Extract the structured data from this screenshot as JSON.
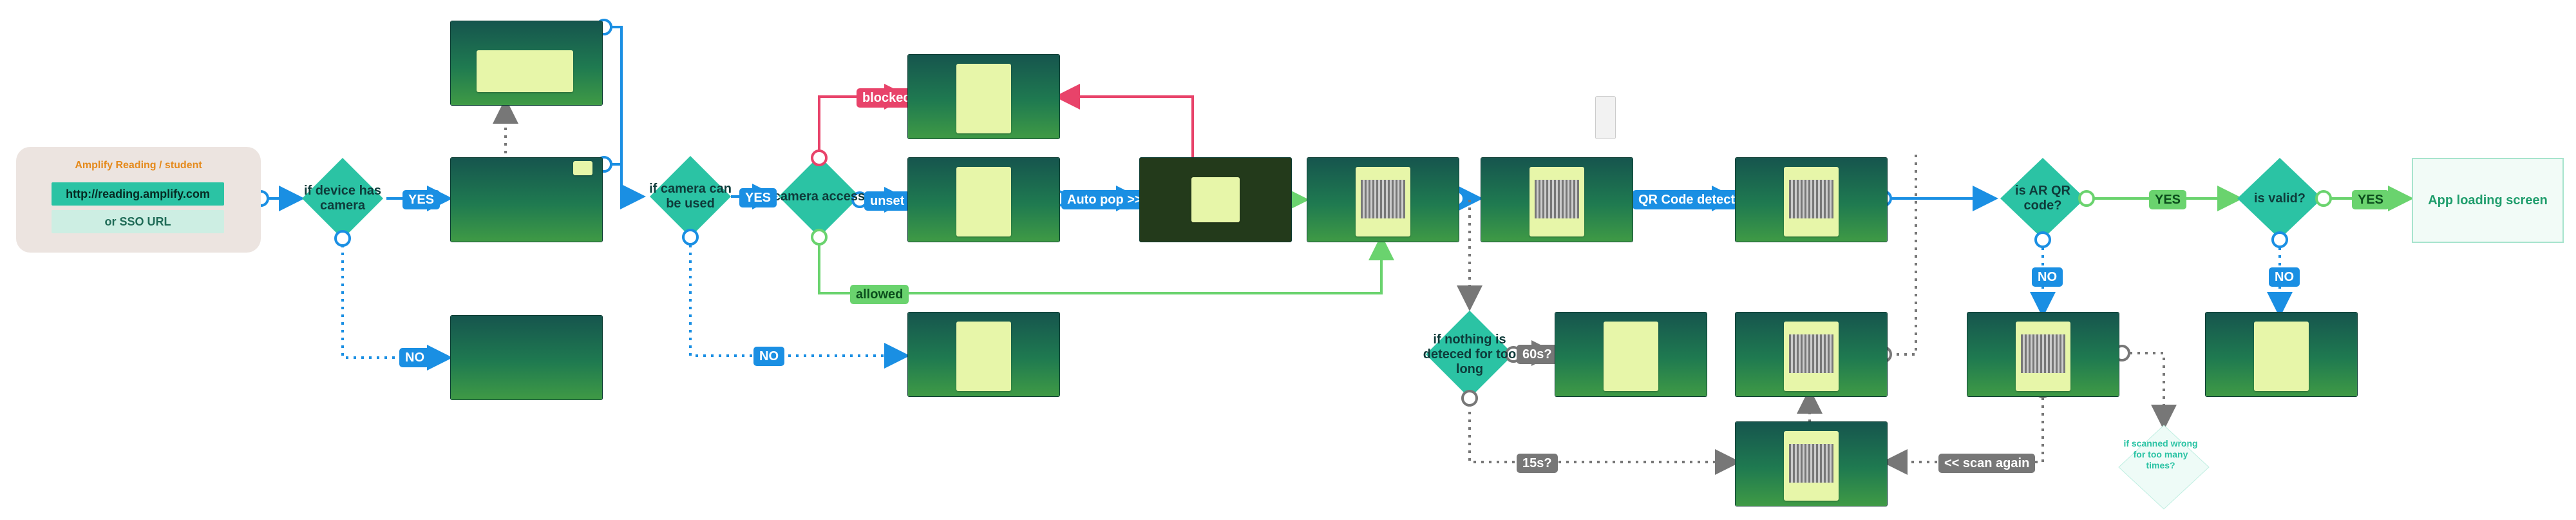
{
  "start": {
    "title": "Amplify Reading  / student",
    "url_button": "http://reading.amplify.com",
    "sso_button": "or SSO URL"
  },
  "decisions": {
    "camera_device": "if device has camera",
    "camera_usable": "if camera can be used",
    "camera_access": "camera access",
    "nothing_detected": "if nothing is deteced for too long",
    "ar_qr_code": "is AR QR code?",
    "is_valid": "is valid?"
  },
  "edge_labels": {
    "yes_1": "YES",
    "no_1": "NO",
    "yes_2": "YES",
    "no_2": "NO",
    "blocked": "blocked",
    "unset": "unset",
    "allowed": "allowed",
    "auto_pop": "Auto pop >>",
    "qr_detected": "QR Code detected",
    "yes_ar": "YES",
    "no_ar": "NO",
    "yes_valid": "YES",
    "no_valid": "NO",
    "timeout_60": "60s?",
    "timeout_15": "15s?",
    "scan_again": "<< scan again"
  },
  "end": {
    "label": "App loading screen"
  },
  "note": {
    "text": "if scanned wrong for too many times?"
  },
  "colors": {
    "blue": "#1a8fe3",
    "green": "#6ad36e",
    "red": "#e8436a",
    "grey": "#777777",
    "teal": "#2bc3a4"
  }
}
